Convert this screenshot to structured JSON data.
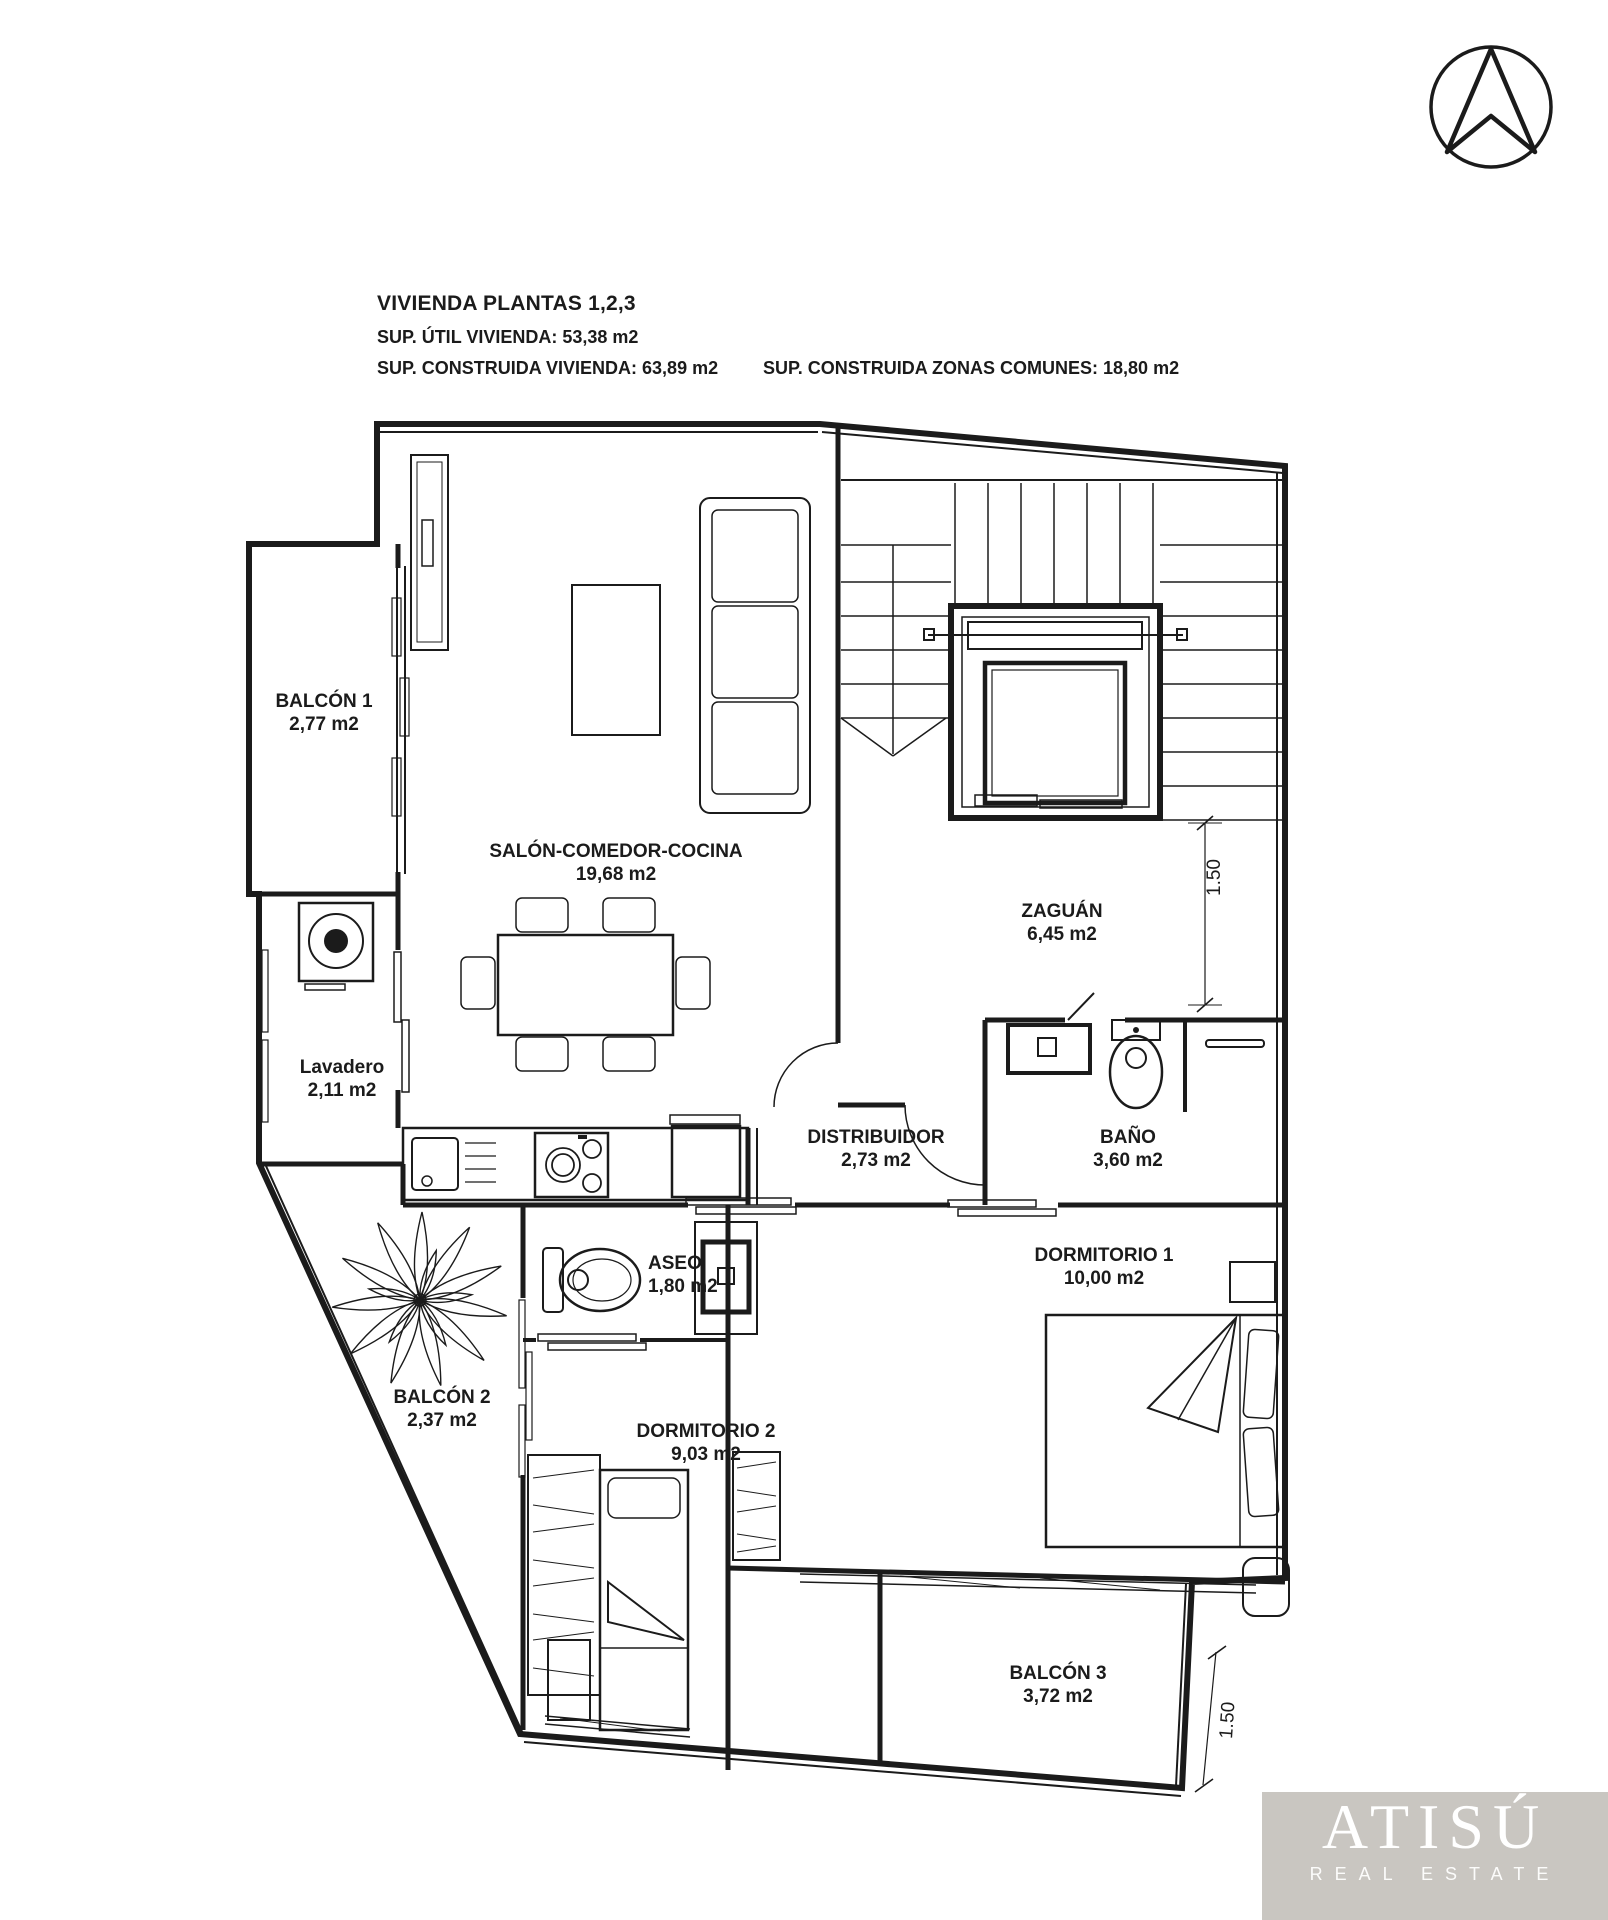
{
  "title_block": {
    "title": "VIVIENDA PLANTAS 1,2,3",
    "sup_util": "SUP. ÚTIL VIVIENDA: 53,38 m2",
    "sup_construida": "SUP. CONSTRUIDA VIVIENDA: 63,89 m2",
    "sup_zonas_comunes": "SUP. CONSTRUIDA ZONAS COMUNES: 18,80 m2"
  },
  "rooms": {
    "balcon1": {
      "name": "BALCÓN 1",
      "area": "2,77 m2"
    },
    "salon": {
      "name": "SALÓN-COMEDOR-COCINA",
      "area": "19,68 m2"
    },
    "zaguan": {
      "name": "ZAGUÁN",
      "area": "6,45 m2"
    },
    "lavadero": {
      "name": "Lavadero",
      "area": "2,11 m2"
    },
    "distribuidor": {
      "name": "DISTRIBUIDOR",
      "area": "2,73 m2"
    },
    "bano": {
      "name": "BAÑO",
      "area": "3,60 m2"
    },
    "aseo": {
      "name": "ASEO",
      "area": "1,80 m2"
    },
    "dormitorio1": {
      "name": "DORMITORIO 1",
      "area": "10,00 m2"
    },
    "dormitorio2": {
      "name": "DORMITORIO 2",
      "area": "9,03 m2"
    },
    "balcon2": {
      "name": "BALCÓN 2",
      "area": "2,37 m2"
    },
    "balcon3": {
      "name": "BALCÓN 3",
      "area": "3,72 m2"
    }
  },
  "dimensions": {
    "stair_width": "1.50",
    "balcony_depth": "1.50"
  },
  "watermark": {
    "brand": "ATISÚ",
    "tagline": "REAL ESTATE",
    "bg_color": "#c9c6c1",
    "text_color": "#ffffff"
  },
  "icons": {
    "north_arrow": "compass-north-arrow"
  },
  "colors": {
    "line": "#1b1b1b",
    "background": "#ffffff"
  }
}
